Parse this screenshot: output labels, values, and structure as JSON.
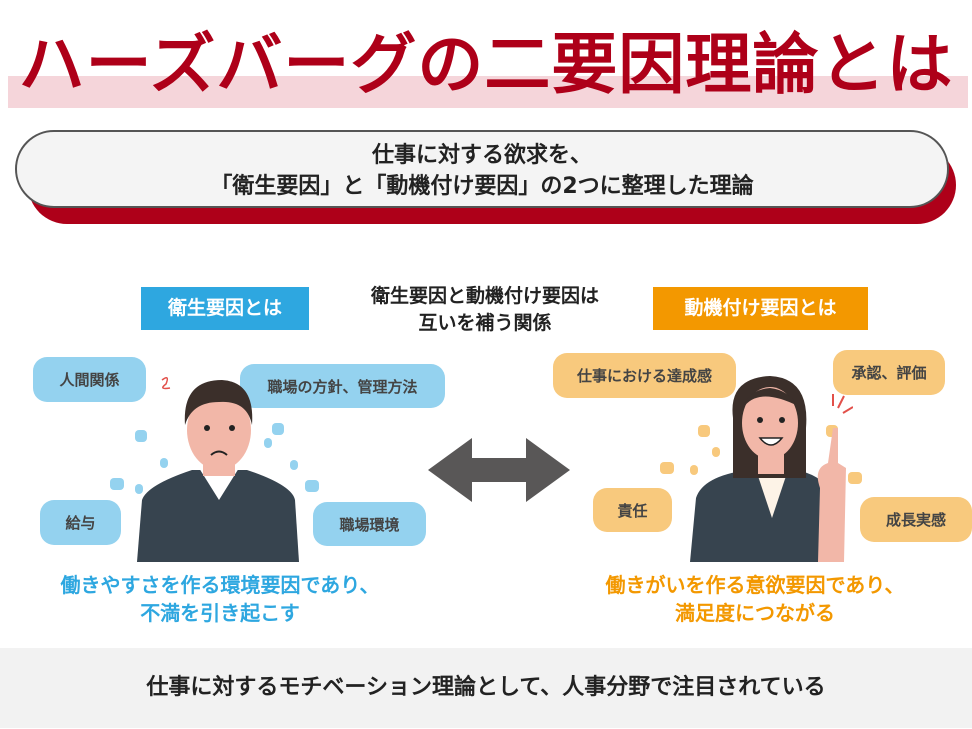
{
  "title": "ハーズバーグの二要因理論とは",
  "summary": {
    "line1": "仕事に対する欲求を、",
    "line2": "「衛生要因」と「動機付け要因」の2つに整理した理論"
  },
  "hygiene": {
    "label": "衛生要因とは",
    "bubbles": [
      "人間関係",
      "職場の方針、管理方法",
      "給与",
      "職場環境"
    ],
    "caption1": "働きやすさを作る環境要因であり、",
    "caption2": "不満を引き起こす"
  },
  "center": {
    "line1": "衛生要因と動機付け要因は",
    "line2": "互いを補う関係"
  },
  "motivation": {
    "label": "動機付け要因とは",
    "bubbles": [
      "仕事における達成感",
      "承認、評価",
      "責任",
      "成長実感"
    ],
    "caption1": "働きがいを作る意欲要因であり、",
    "caption2": "満足度につながる"
  },
  "footer": "仕事に対するモチベーション理論として、人事分野で注目されている",
  "colors": {
    "title": "#ae0019",
    "hygiene": "#2ea7e0",
    "motivation": "#f39800",
    "arrow": "#595757"
  }
}
